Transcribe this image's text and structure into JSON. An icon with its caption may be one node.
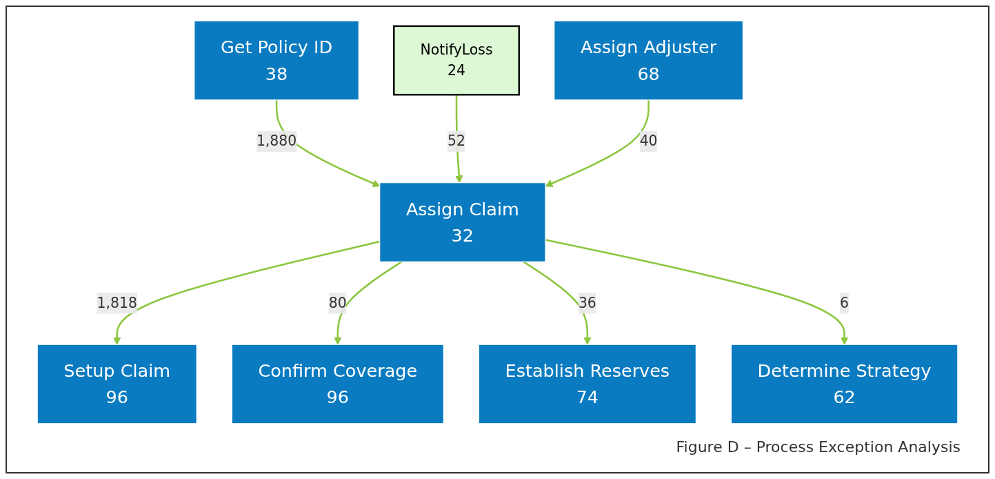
{
  "diagram": {
    "caption": "Figure D – Process Exception Analysis",
    "nodes": [
      {
        "text": [
          "Get Policy ID",
          "38"
        ]
      },
      {
        "text": [
          "NotifyLoss",
          "24"
        ]
      },
      {
        "text": [
          "Assign Adjuster",
          "68"
        ]
      },
      {
        "text": [
          "Assign Claim",
          "32"
        ]
      },
      {
        "text": [
          "Setup Claim",
          "96"
        ]
      },
      {
        "text": [
          "Confirm Coverage",
          "96"
        ]
      },
      {
        "text": [
          "Establish Reserves",
          "74"
        ]
      },
      {
        "text": [
          "Determine Strategy",
          "62"
        ]
      }
    ],
    "edges": [
      {
        "from": 0,
        "to": 3,
        "arrow": "to",
        "label": "1,880"
      },
      {
        "from": 1,
        "to": 3,
        "arrow": "to",
        "label": "52"
      },
      {
        "from": 2,
        "to": 3,
        "arrow": "to",
        "label": "40"
      },
      {
        "from": 3,
        "to": 4,
        "arrow": "to",
        "label": "1,818"
      },
      {
        "from": 3,
        "to": 5,
        "arrow": "to",
        "label": "80"
      },
      {
        "from": 3,
        "to": 6,
        "arrow": "to",
        "label": "36"
      },
      {
        "from": 3,
        "to": 7,
        "arrow": "to",
        "label": "6"
      }
    ]
  }
}
